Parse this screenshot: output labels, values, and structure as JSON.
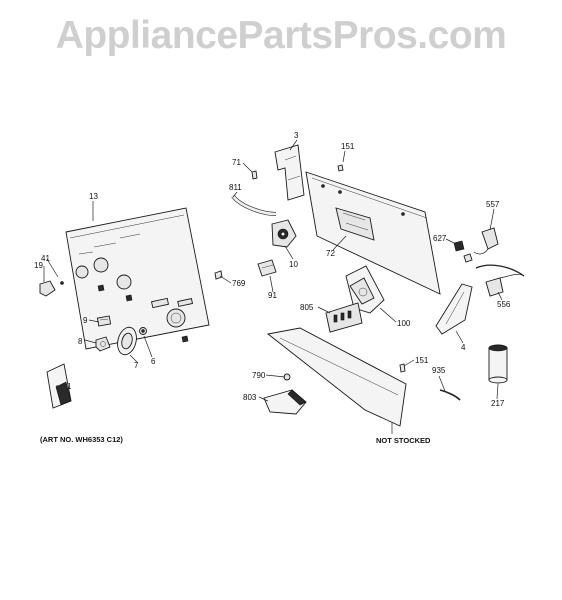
{
  "watermark": "AppliancePartsPros.com",
  "art_no": "(ART NO. WH6353 C12)",
  "not_stocked": "NOT STOCKED",
  "callouts": {
    "c3": "3",
    "c151a": "151",
    "c71": "71",
    "c811": "811",
    "c557": "557",
    "c13": "13",
    "c72": "72",
    "c627": "627",
    "c10": "10",
    "c41": "41",
    "c19": "19",
    "c769": "769",
    "c91": "91",
    "c556": "556",
    "c805": "805",
    "c100": "100",
    "c9": "9",
    "c4": "4",
    "c8": "8",
    "c6": "6",
    "c7": "7",
    "c151b": "151",
    "c790": "790",
    "c935": "935",
    "c1": "1",
    "c217": "217",
    "c803": "803"
  }
}
